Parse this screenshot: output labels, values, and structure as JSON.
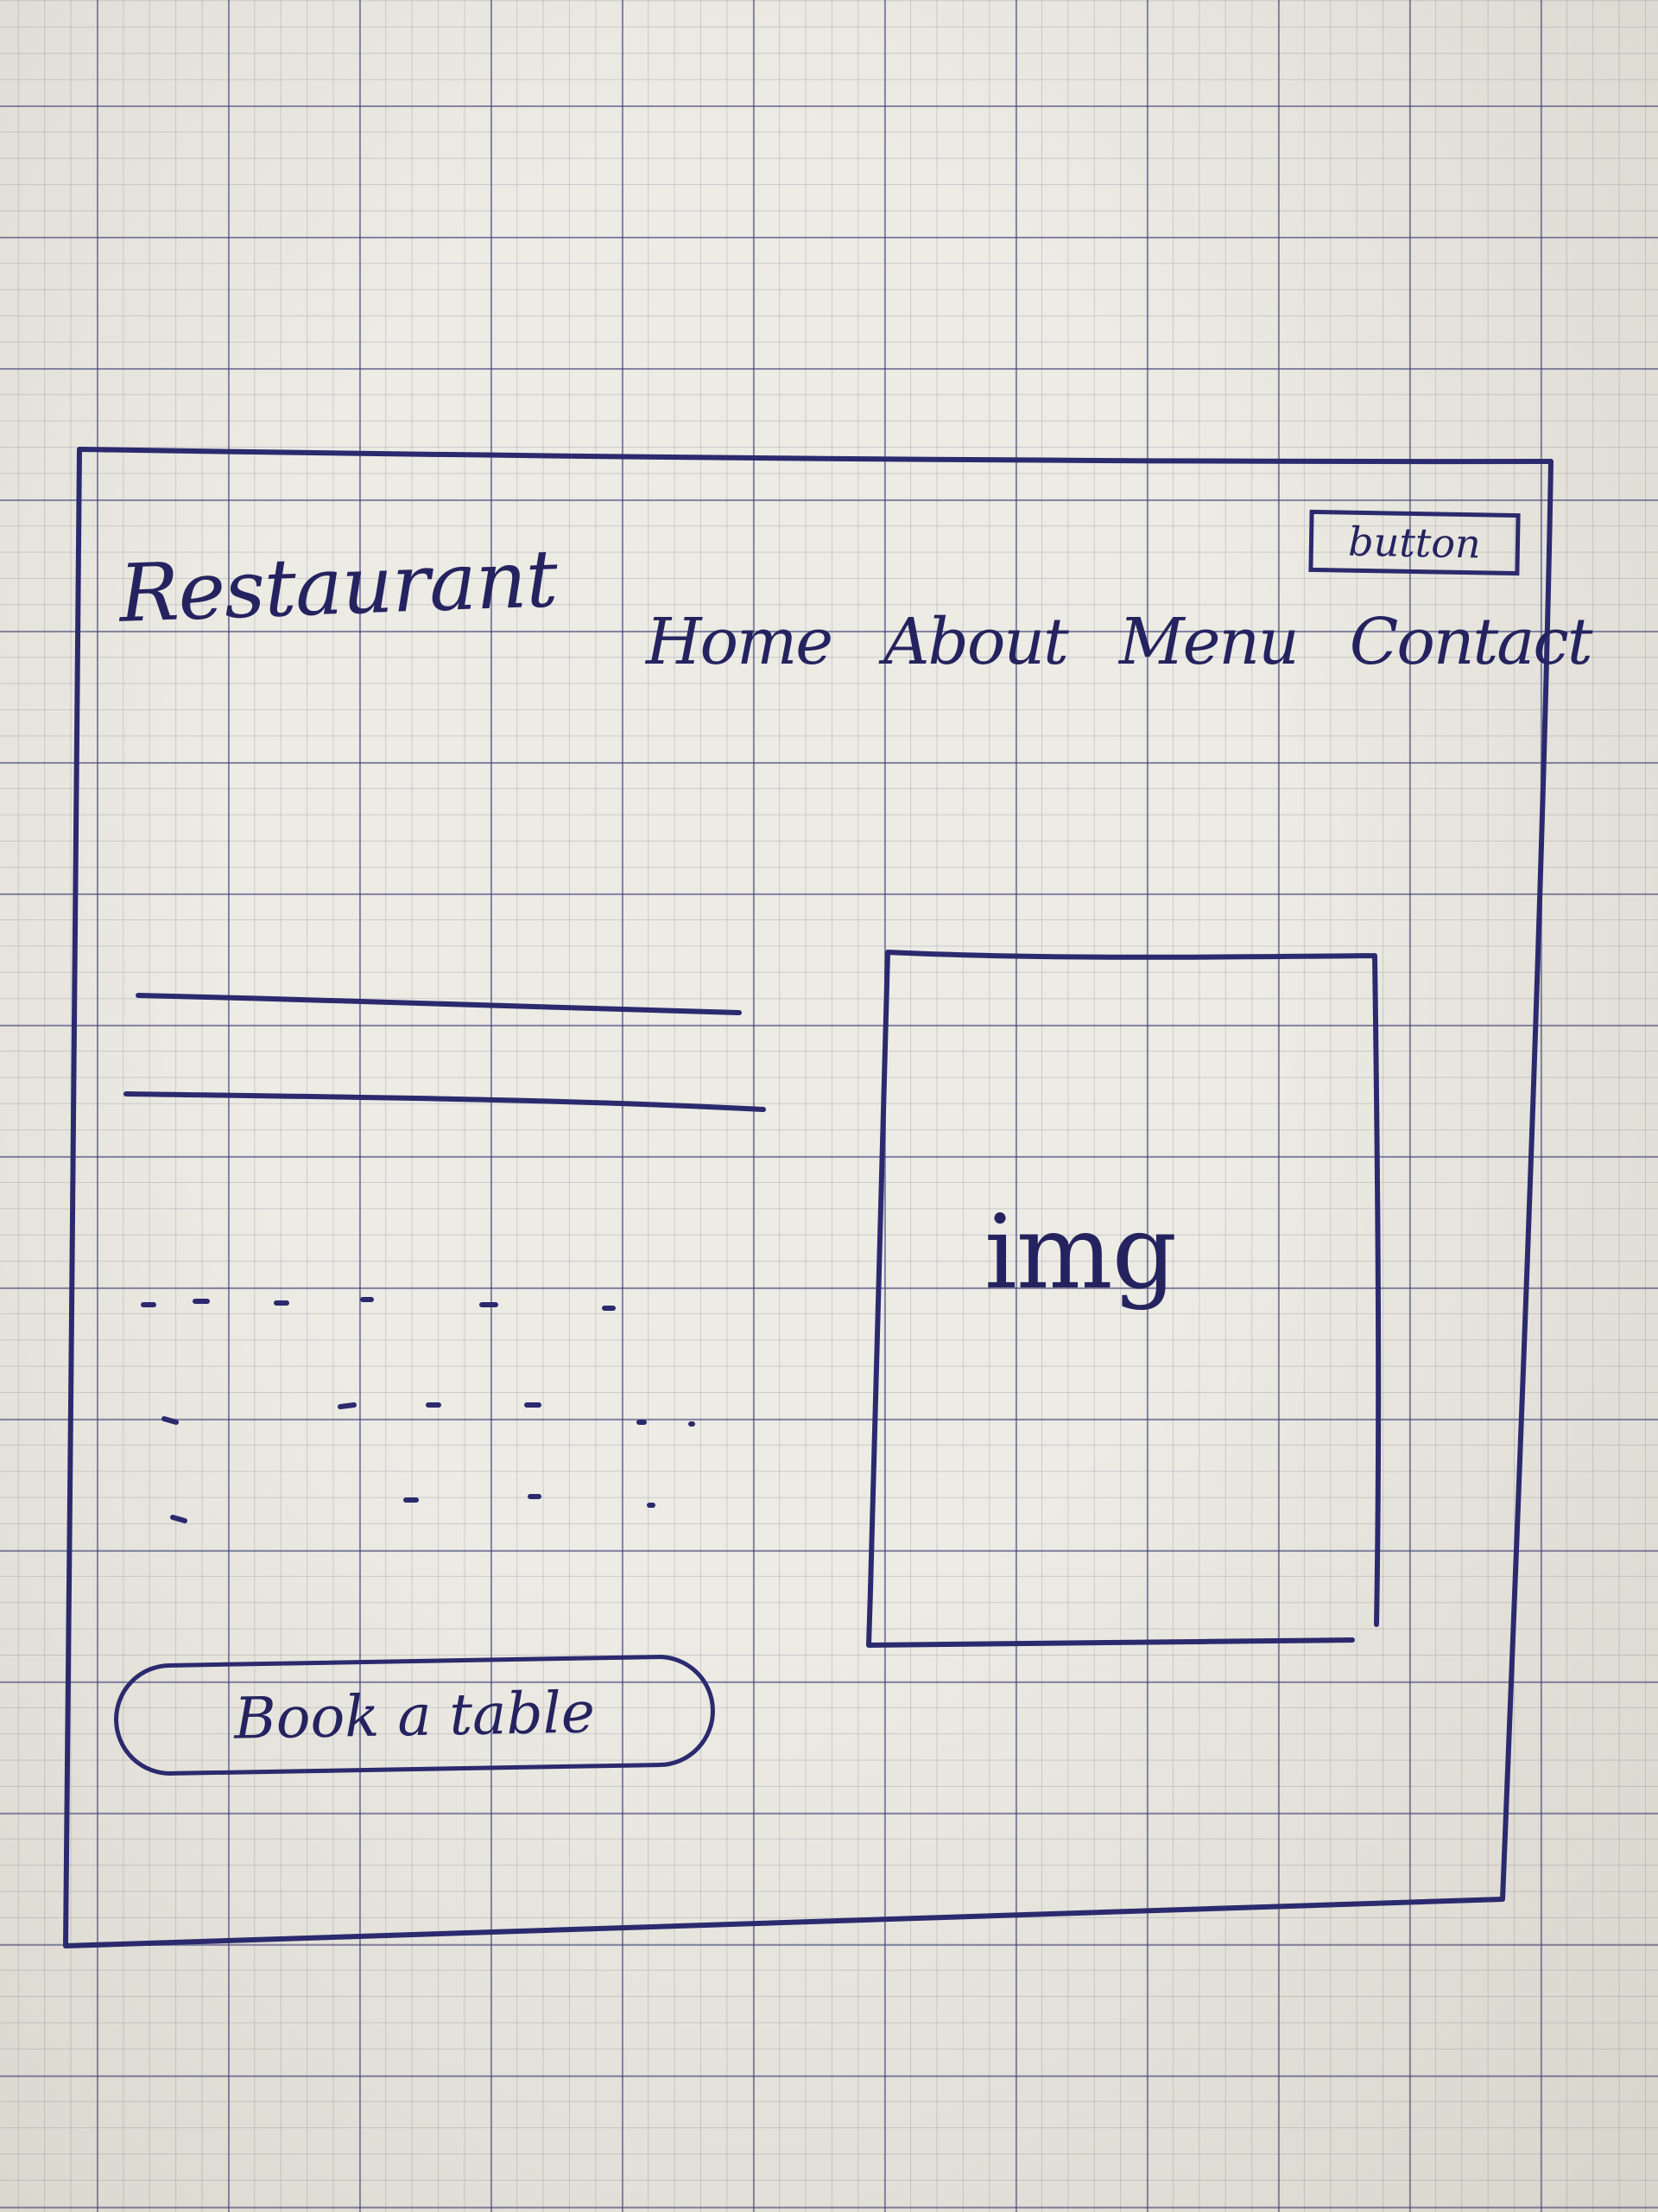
{
  "header": {
    "brand": "Restaurant",
    "top_button_label": "button",
    "nav": [
      {
        "label": "Home"
      },
      {
        "label": "About"
      },
      {
        "label": "Menu"
      },
      {
        "label": "Contact"
      }
    ]
  },
  "hero": {
    "image_placeholder_label": "img",
    "cta_label": "Book a table"
  },
  "colors": {
    "ink": "#2b2a6e",
    "paper": "#ecebe4"
  }
}
